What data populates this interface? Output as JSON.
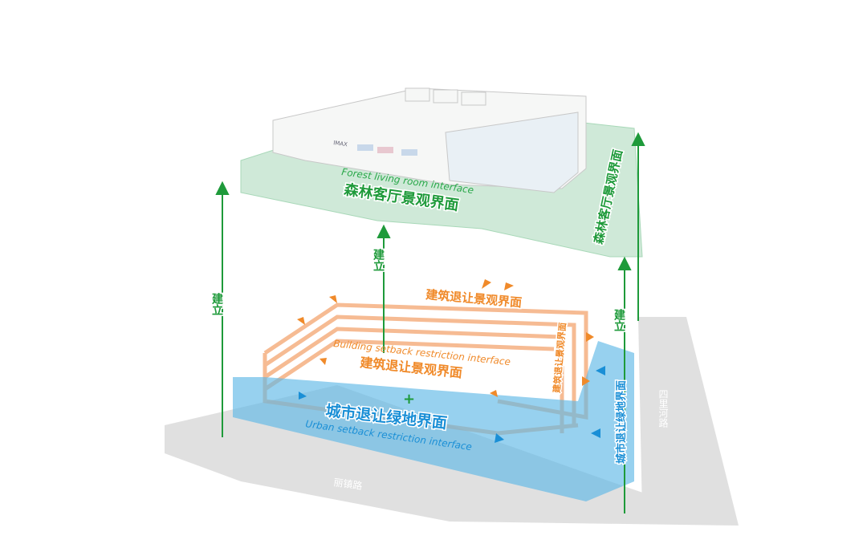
{
  "labels": {
    "forest_cn": "森林客厅景观界面",
    "forest_en": "Forest living room interface",
    "forest_side_cn": "森林客厅景观界面",
    "building_top_cn": "建筑退让景观界面",
    "building_en": "Building setback restriction interface",
    "building_front_cn": "建筑退让景观界面",
    "building_side_cn": "建筑退让景观界面",
    "urban_cn": "城市退让绿地界面",
    "urban_en": "Urban setback restriction interface",
    "urban_side_cn": "城市退让绿地界面",
    "establish": "建立",
    "road_bottom": "丽镇路",
    "road_right": "四里河路",
    "imax": "IMAX"
  },
  "colors": {
    "green": "#1e9a3a",
    "orange": "#f08a2a",
    "blue": "#1a8fd6",
    "road": "#dedede",
    "platform": "#cfe9d8"
  }
}
